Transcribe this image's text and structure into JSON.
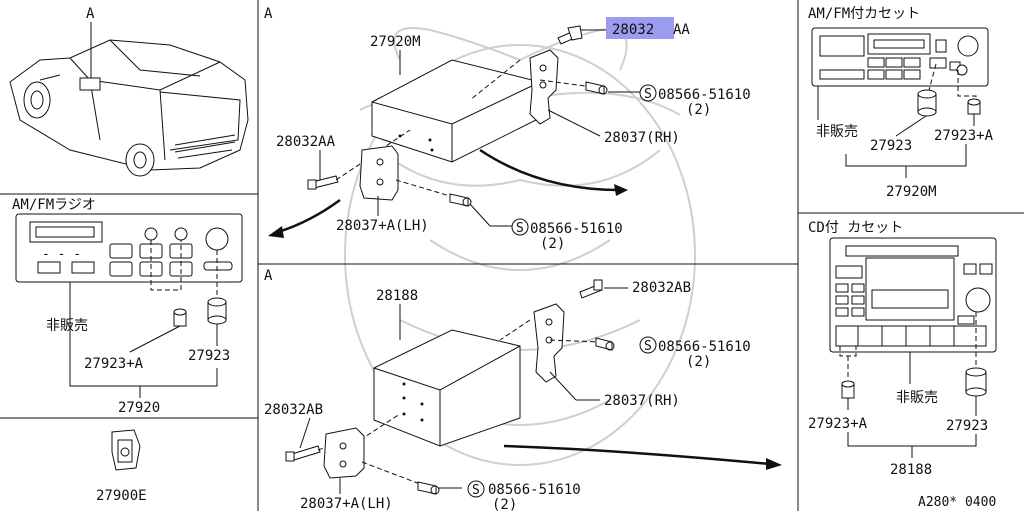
{
  "panels": {
    "car_view": {
      "title": "A"
    },
    "am_fm_radio": {
      "title": "AM/FMラジオ",
      "not_for_sale": "非販売",
      "knob_pa": "27923+A",
      "knob": "27923",
      "assembly": "27920"
    },
    "clip": {
      "part": "27900E"
    },
    "mount_top": {
      "title": "A",
      "box": "27920M",
      "screw_top_highlight": "28032",
      "screw_top_suffix": "AA",
      "screw_left": "28032AA",
      "bolt_right_code": "08566-51610",
      "bolt_right_qty": "(2)",
      "bracket_rh": "28037(RH)",
      "bracket_lh": "28037+A(LH)",
      "bolt_low_code": "08566-51610",
      "bolt_low_qty": "(2)"
    },
    "mount_bottom": {
      "title": "A",
      "box": "28188",
      "screw_top": "28032AB",
      "screw_left": "28032AB",
      "bolt_right_code": "08566-51610",
      "bolt_right_qty": "(2)",
      "bracket_rh": "28037(RH)",
      "bracket_lh": "28037+A(LH)",
      "bolt_low_code": "08566-51610",
      "bolt_low_qty": "(2)"
    },
    "am_fm_cassette": {
      "title": "AM/FM付カセット",
      "not_for_sale": "非販売",
      "knob": "27923",
      "knob_pa": "27923+A",
      "assembly": "27920M"
    },
    "cd_cassette": {
      "title": "CD付 カセット",
      "not_for_sale": "非販売",
      "knob_pa": "27923+A",
      "knob": "27923",
      "assembly": "28188"
    }
  },
  "footer": {
    "code": "A280* 0400"
  },
  "colors": {
    "highlight": "#9b9bf0",
    "line": "#111111",
    "watermark": "#cfcfcf"
  }
}
